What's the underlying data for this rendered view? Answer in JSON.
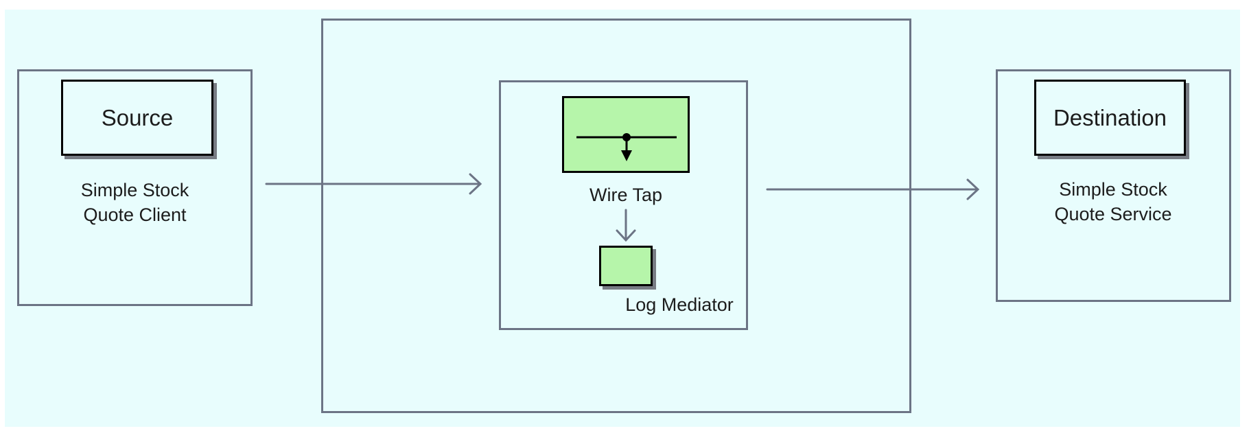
{
  "source": {
    "label": "Source",
    "caption_line1": "Simple Stock",
    "caption_line2": "Quote Client"
  },
  "mediation": {
    "wire_tap_label": "Wire Tap",
    "log_mediator_label": "Log Mediator"
  },
  "destination": {
    "label": "Destination",
    "caption_line1": "Simple Stock",
    "caption_line2": "Quote Service"
  },
  "colors": {
    "background": "#e8fdfd",
    "frame": "#6c7485",
    "mediator_fill": "#b6f5aa",
    "arrow": "#6c7485"
  },
  "icons": {
    "wire_tap": "wire-tap-icon",
    "log": "log-mediator-icon"
  }
}
